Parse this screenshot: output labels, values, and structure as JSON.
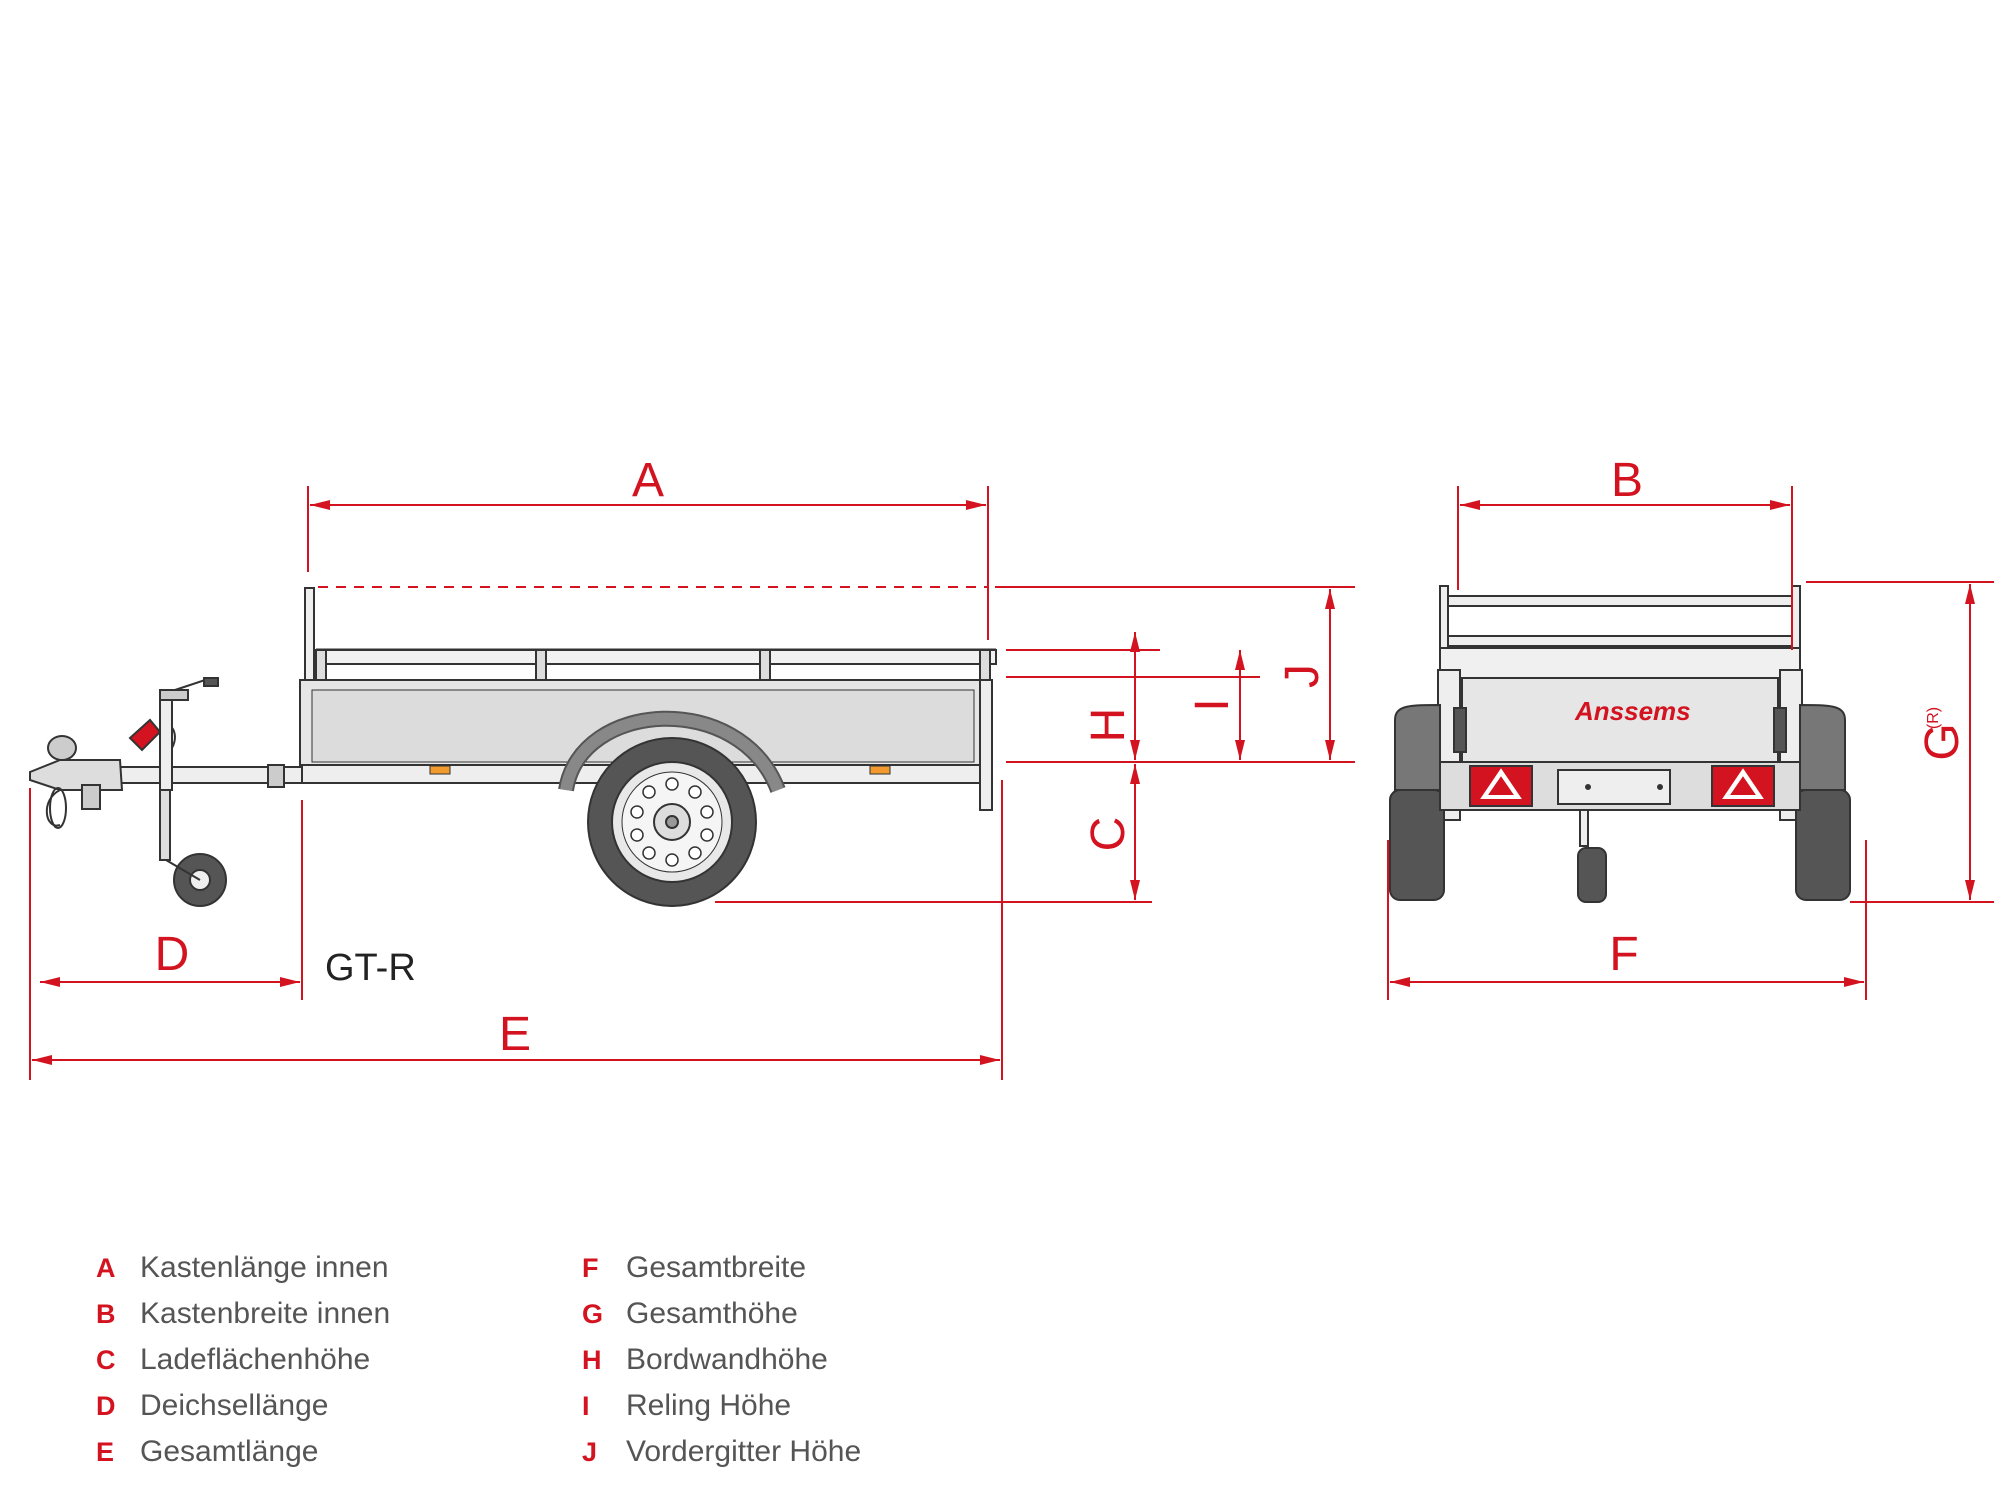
{
  "model": "GT-R",
  "brand": "Anssems",
  "dimension_labels": {
    "A": "A",
    "B": "B",
    "C": "C",
    "D": "D",
    "E": "E",
    "F": "F",
    "G": "G",
    "G_sup": "(R)",
    "H": "H",
    "I": "I",
    "J": "J"
  },
  "legend": {
    "left": [
      {
        "letter": "A",
        "label": "Kastenlänge innen"
      },
      {
        "letter": "B",
        "label": "Kastenbreite innen"
      },
      {
        "letter": "C",
        "label": "Ladeflächenhöhe"
      },
      {
        "letter": "D",
        "label": "Deichsellänge"
      },
      {
        "letter": "E",
        "label": "Gesamtlänge"
      }
    ],
    "right": [
      {
        "letter": "F",
        "label": "Gesamtbreite"
      },
      {
        "letter": "G",
        "label": "Gesamthöhe"
      },
      {
        "letter": "H",
        "label": "Bordwandhöhe"
      },
      {
        "letter": "I",
        "label": "Reling Höhe"
      },
      {
        "letter": "J",
        "label": "Vordergitter Höhe"
      }
    ]
  },
  "colors": {
    "dimension": "#d3131f",
    "outline": "#333333",
    "panel": "#e6e6e6",
    "tyre": "#555555"
  }
}
